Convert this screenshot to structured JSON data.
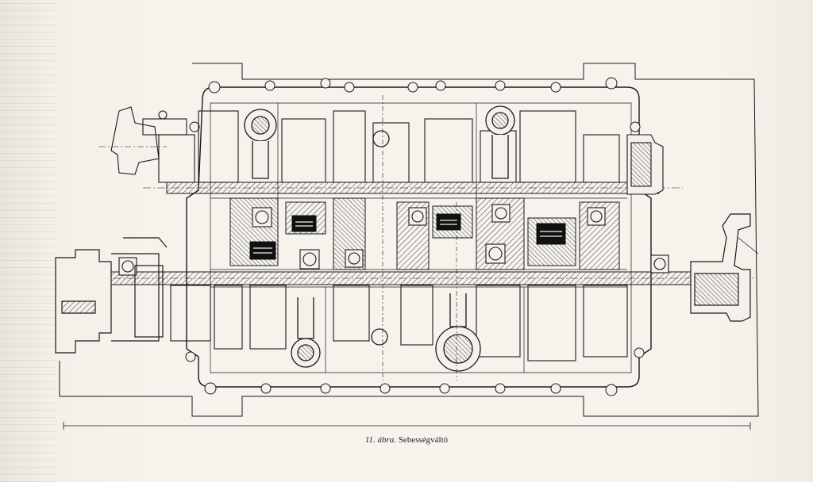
{
  "figure": {
    "number": "11.",
    "label": "ábra.",
    "title": "Sebességváltó"
  },
  "colors": {
    "ink": "#1a1a1a",
    "paper": "#f4f1ea",
    "hatch": "#3a3a3a"
  }
}
